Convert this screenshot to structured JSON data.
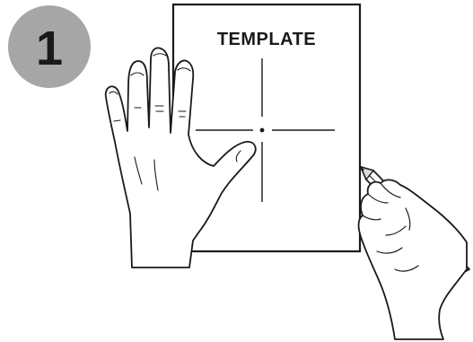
{
  "step": {
    "number": "1",
    "badge_color": "#a6a6a6"
  },
  "sheet": {
    "title": "TEMPLATE"
  },
  "icons": {
    "left_hand": "left-hand-holding-paper",
    "right_hand": "right-hand-with-pencil"
  },
  "colors": {
    "ink": "#1a1a1a",
    "paper": "#ffffff",
    "pencil_tip": "#d9d9d9"
  }
}
